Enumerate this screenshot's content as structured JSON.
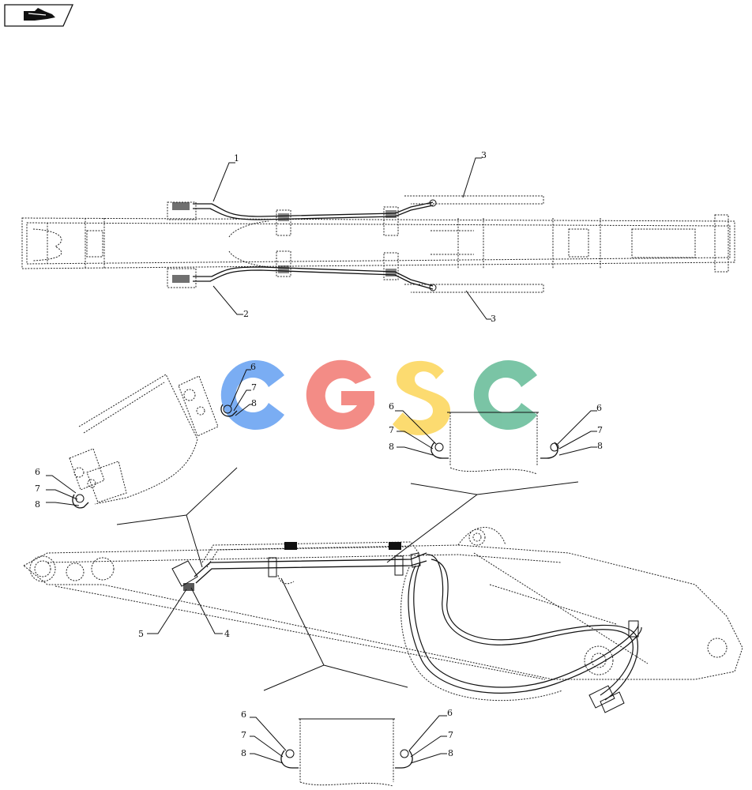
{
  "window": {
    "title": ""
  },
  "toolbar": {
    "nav_icon": "hand-pointer-icon"
  },
  "watermark": {
    "letters": [
      "C",
      "G",
      "S",
      "C"
    ],
    "colors": [
      "#6fa6f2",
      "#f2837c",
      "#fcd864",
      "#6fc09e"
    ]
  },
  "callouts": {
    "top_1": "1",
    "top_2": "2",
    "top_3a": "3",
    "top_3b": "3",
    "bottom_4": "4",
    "bottom_5": "5",
    "detail_a_6": "6",
    "detail_a_7": "7",
    "detail_a_8": "8",
    "detail_b_6": "6",
    "detail_b_7": "7",
    "detail_b_8": "8",
    "detail_c_left_6": "6",
    "detail_c_left_7": "7",
    "detail_c_left_8": "8",
    "detail_c_right_6": "6",
    "detail_c_right_7": "7",
    "detail_c_right_8": "8",
    "detail_d_left_6": "6",
    "detail_d_left_7": "7",
    "detail_d_left_8": "8",
    "detail_d_right_6": "6",
    "detail_d_right_7": "7",
    "detail_d_right_8": "8"
  },
  "colors": {
    "line": "#111111",
    "background": "#ffffff"
  }
}
